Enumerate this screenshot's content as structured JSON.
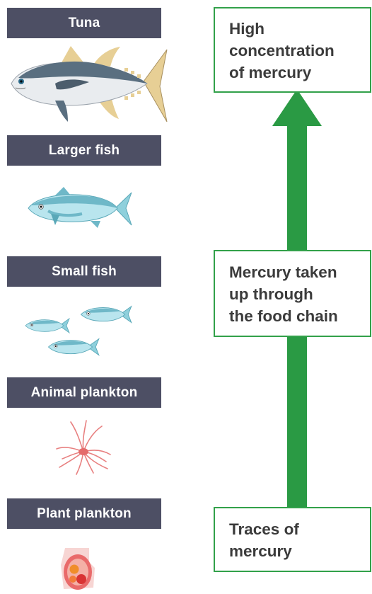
{
  "levels": [
    {
      "label": "Tuna",
      "icon": "tuna-icon"
    },
    {
      "label": "Larger fish",
      "icon": "larger-fish-icon"
    },
    {
      "label": "Small fish",
      "icon": "small-fish-icon"
    },
    {
      "label": "Animal plankton",
      "icon": "animal-plankton-icon"
    },
    {
      "label": "Plant plankton",
      "icon": "plant-plankton-icon"
    }
  ],
  "boxes": {
    "top": [
      "High",
      "concentration",
      "of mercury"
    ],
    "middle": [
      "Mercury taken",
      "up through",
      "the food chain"
    ],
    "bottom": [
      "Traces of",
      "mercury"
    ]
  },
  "colors": {
    "label_bg": "#4d4f64",
    "arrow_green": "#2a9a44",
    "box_border": "#32a14a"
  }
}
